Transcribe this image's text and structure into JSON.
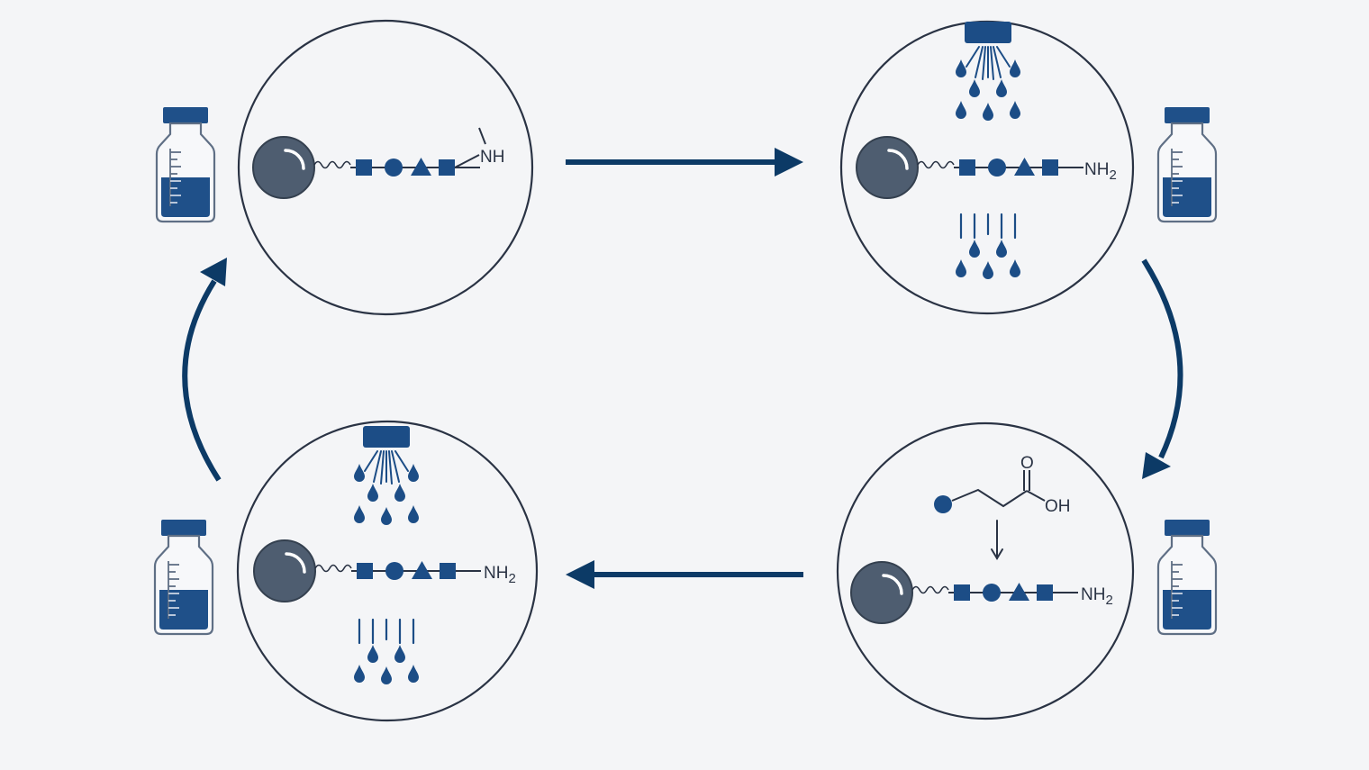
{
  "colors": {
    "background": "#f4f5f7",
    "navy": "#0c3a66",
    "blue": "#1c4d86",
    "outline": "#2a3344",
    "bead": "#4e5d70",
    "bead_stroke": "#34404f",
    "vial_cap": "#1f5089",
    "vial_glass": "#5f6f85"
  },
  "stages": {
    "top_left": {
      "label": "NH"
    },
    "top_right": {
      "label": "NH",
      "subscript": "2"
    },
    "bottom_right": {
      "label": "NH",
      "subscript": "2",
      "reagent_o": "O",
      "reagent_oh": "OH"
    },
    "bottom_left": {
      "label": "NH",
      "subscript": "2"
    }
  },
  "icons": [
    "resin-bead-icon",
    "peptide-chain-icon",
    "reagent-vial-icon",
    "wash-spray-icon",
    "cycle-arrow-icon"
  ]
}
